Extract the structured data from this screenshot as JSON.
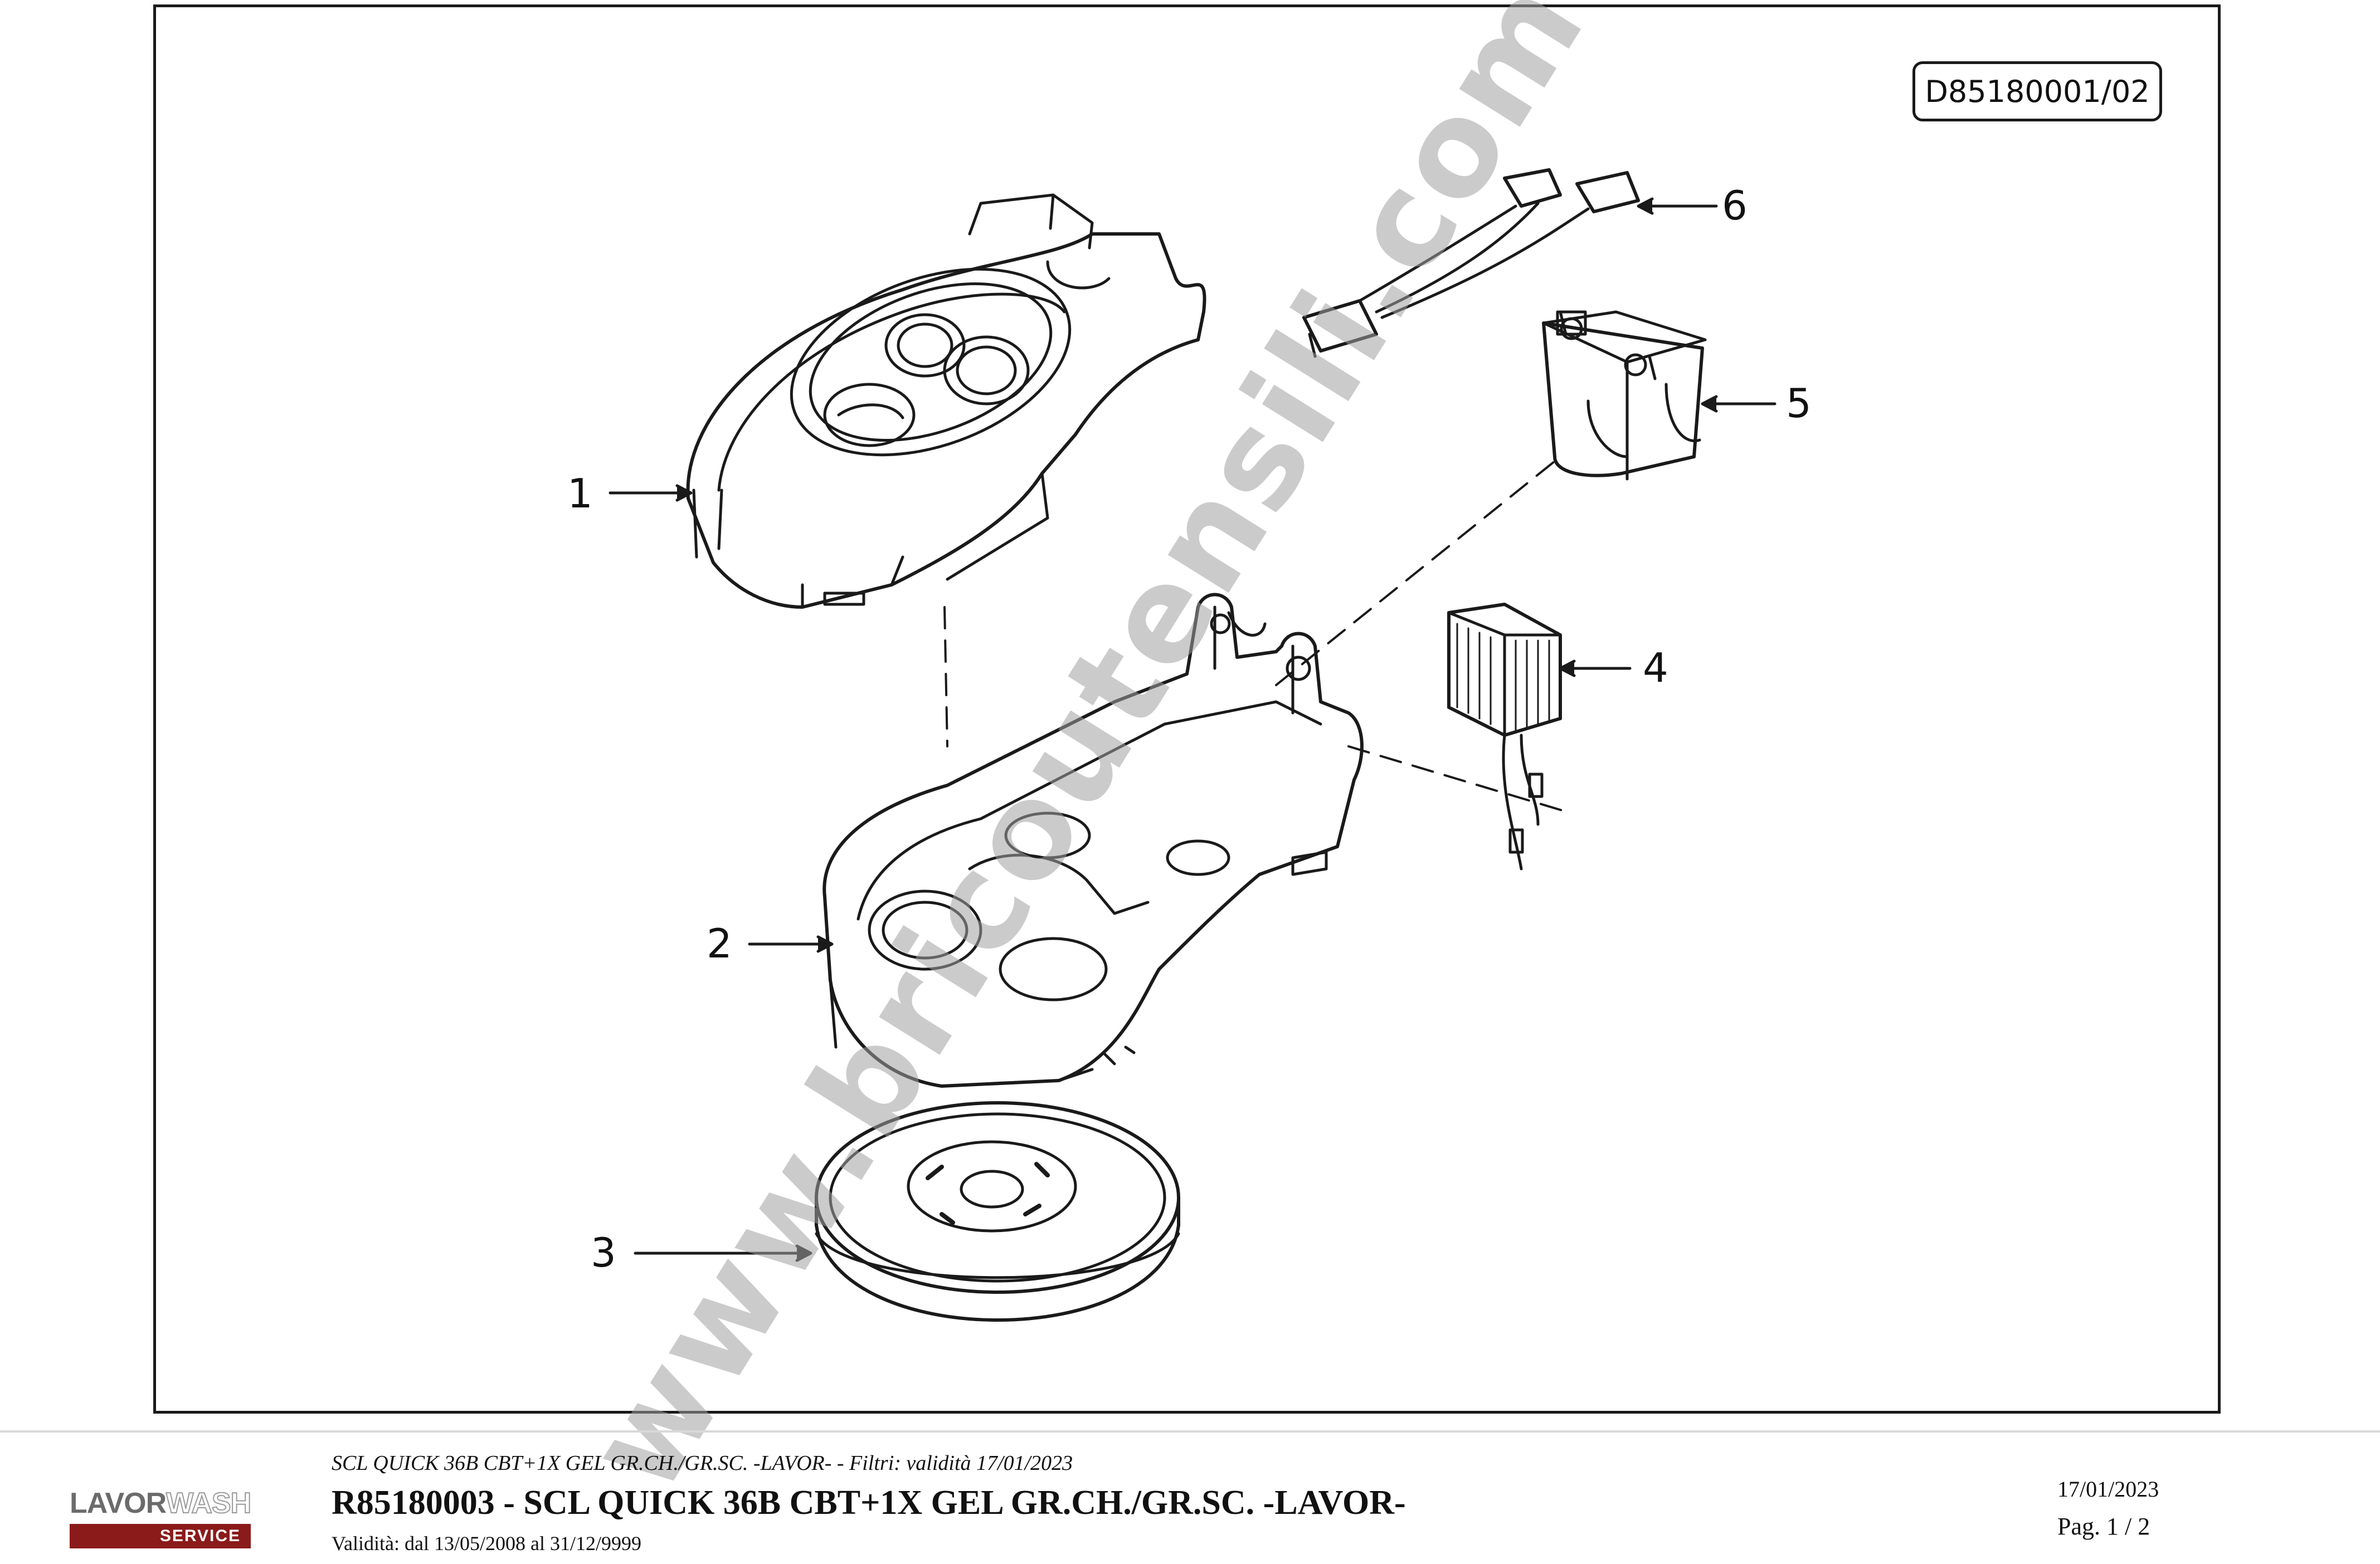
{
  "drawing": {
    "code": "D85180001/02",
    "callouts": [
      "1",
      "2",
      "3",
      "4",
      "5",
      "6"
    ],
    "watermark": "www.bricoutensili.com"
  },
  "footer": {
    "logo": {
      "brand_left": "LAVOR",
      "brand_right": "WASH",
      "bar": "SERVICE",
      "bar_color": "#8b1a1a"
    },
    "filter_line": "SCL QUICK 36B CBT+1X GEL GR.CH./GR.SC. -LAVOR- - Filtri: validità 17/01/2023",
    "title": "R85180003 - SCL QUICK 36B CBT+1X GEL GR.CH./GR.SC. -LAVOR-",
    "validity": "Validità: dal 13/05/2008 al 31/12/9999",
    "date": "17/01/2023",
    "page": "Pag. 1 / 2"
  }
}
